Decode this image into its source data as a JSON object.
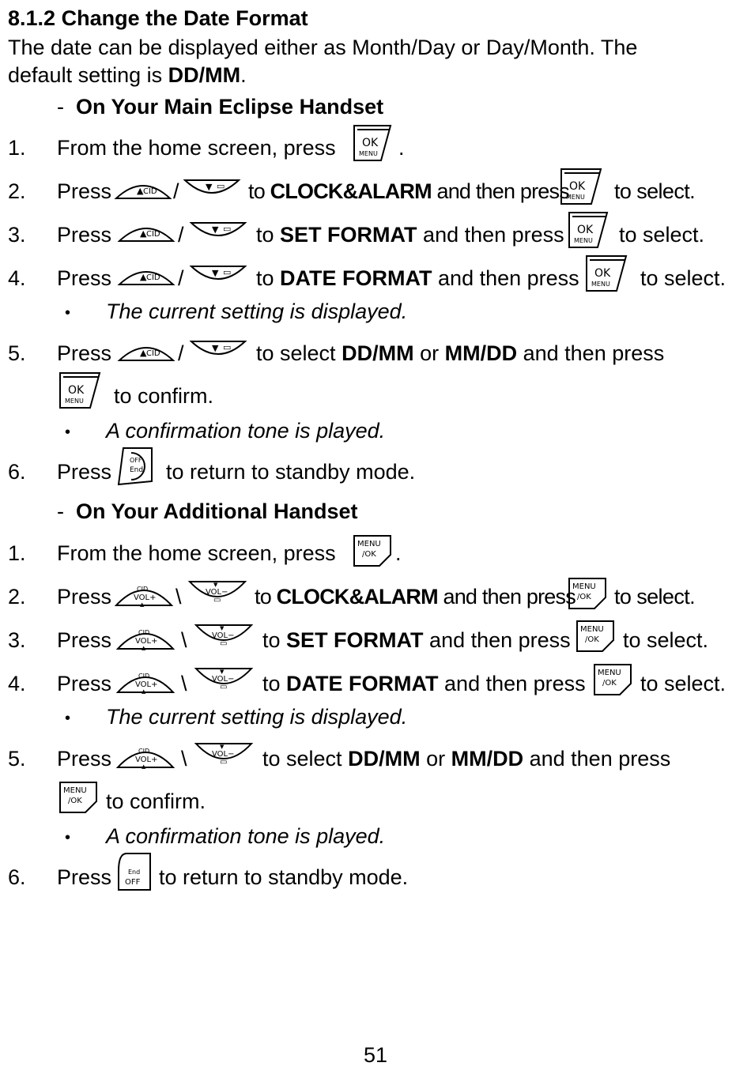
{
  "section": {
    "number": "8.1.2",
    "title": "Change the Date Format",
    "intro_line1": "The date can be displayed either as Month/Day or Day/Month. The",
    "intro_line2_prefix": "default setting is ",
    "intro_line2_bold": "DD/MM",
    "intro_line2_suffix": "."
  },
  "common": {
    "press": "Press",
    "slash": "/",
    "backslash": "\\",
    "to": "to",
    "and_then_press": "and then press",
    "to_select": "to select.",
    "to_select_lower": "to select",
    "or": "or",
    "to_confirm": "to confirm.",
    "to_return": "to return to standby mode.",
    "period": ".",
    "from_home": "From the home screen, press",
    "current_setting": "The current setting is displayed.",
    "confirmation_tone": "A confirmation tone is played.",
    "bullet_char": "•",
    "dash": "-"
  },
  "menu_terms": {
    "clock_alarm": "CLOCK&ALARM",
    "set_format": "SET FORMAT",
    "date_format": "DATE FORMAT",
    "dd_mm": "DD/MM",
    "mm_dd": "MM/DD"
  },
  "main_handset": {
    "heading": "On Your Main Eclipse Handset",
    "step_numbers": [
      "1.",
      "2.",
      "3.",
      "4.",
      "5.",
      "6."
    ]
  },
  "additional_handset": {
    "heading": "On Your Additional Handset",
    "step_numbers": [
      "1.",
      "2.",
      "3.",
      "4.",
      "5.",
      "6."
    ]
  },
  "key_labels": {
    "ok": "OK",
    "menu_small": "MENU",
    "menu": "MENU",
    "slash_ok": "/OK",
    "cid": "CID",
    "vol_plus": "VOL+",
    "vol_minus": "VOL−",
    "off": "OFF",
    "end": "End"
  },
  "icons": [
    "ok-menu-key-icon",
    "up-cid-key-icon",
    "down-phonebook-key-icon",
    "end-off-key-icon",
    "menu-ok-key-icon",
    "cid-vol-up-key-icon",
    "vol-down-phonebook-key-icon"
  ],
  "page_number": "51"
}
